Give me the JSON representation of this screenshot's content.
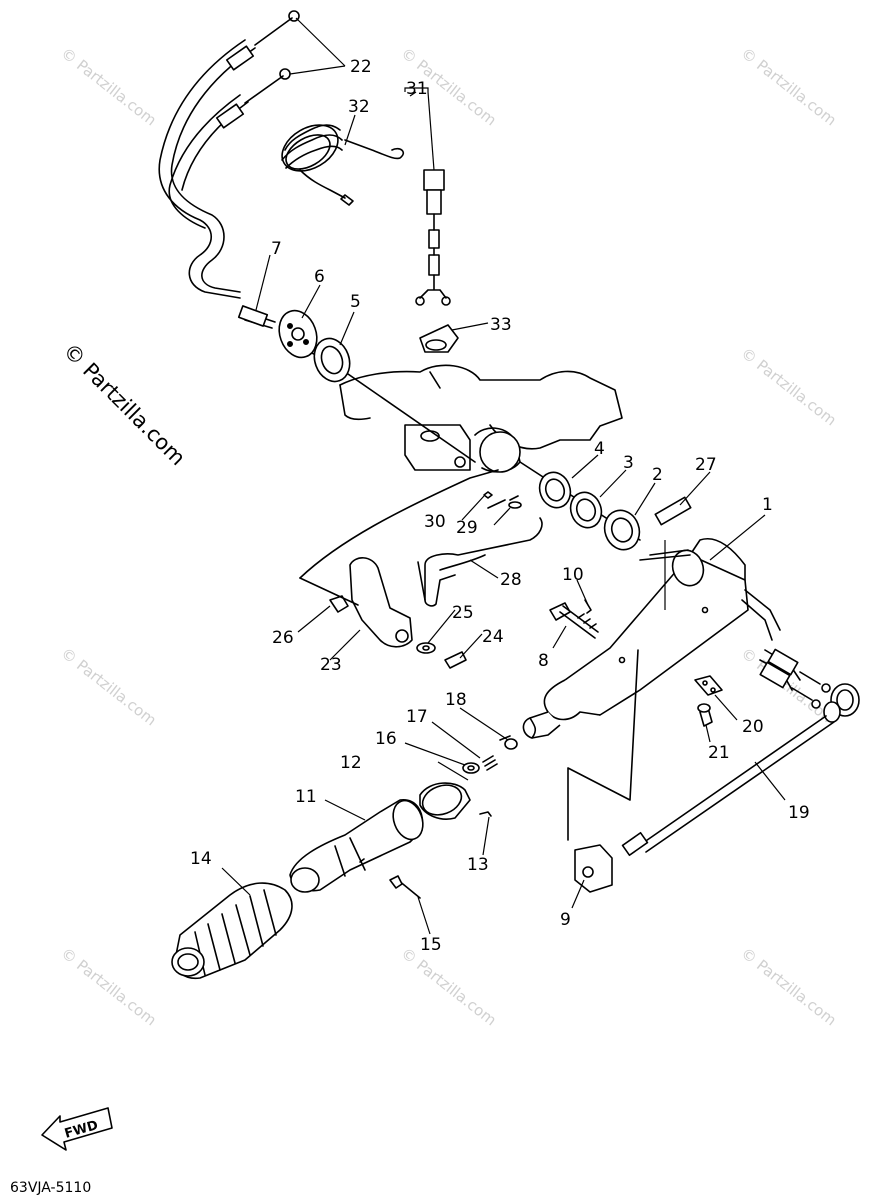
{
  "watermark": {
    "small_text": "© Partzilla.com",
    "large_text": "© Partzilla.com"
  },
  "diagram_code": "63VJA-5110",
  "fwd_label": "FWD",
  "callouts": [
    {
      "id": "1",
      "text": "1"
    },
    {
      "id": "2",
      "text": "2"
    },
    {
      "id": "3",
      "text": "3"
    },
    {
      "id": "4",
      "text": "4"
    },
    {
      "id": "5",
      "text": "5"
    },
    {
      "id": "6",
      "text": "6"
    },
    {
      "id": "7",
      "text": "7"
    },
    {
      "id": "8",
      "text": "8"
    },
    {
      "id": "9",
      "text": "9"
    },
    {
      "id": "10",
      "text": "10"
    },
    {
      "id": "11",
      "text": "11"
    },
    {
      "id": "12",
      "text": "12"
    },
    {
      "id": "13",
      "text": "13"
    },
    {
      "id": "14",
      "text": "14"
    },
    {
      "id": "15",
      "text": "15"
    },
    {
      "id": "16",
      "text": "16"
    },
    {
      "id": "17",
      "text": "17"
    },
    {
      "id": "18",
      "text": "18"
    },
    {
      "id": "19",
      "text": "19"
    },
    {
      "id": "20",
      "text": "20"
    },
    {
      "id": "21",
      "text": "21"
    },
    {
      "id": "22",
      "text": "22"
    },
    {
      "id": "23",
      "text": "23"
    },
    {
      "id": "24",
      "text": "24"
    },
    {
      "id": "25",
      "text": "25"
    },
    {
      "id": "26",
      "text": "26"
    },
    {
      "id": "27",
      "text": "27"
    },
    {
      "id": "28",
      "text": "28"
    },
    {
      "id": "29",
      "text": "29"
    },
    {
      "id": "30",
      "text": "30"
    },
    {
      "id": "31",
      "text": "31"
    },
    {
      "id": "32",
      "text": "32"
    },
    {
      "id": "33",
      "text": "33"
    }
  ]
}
